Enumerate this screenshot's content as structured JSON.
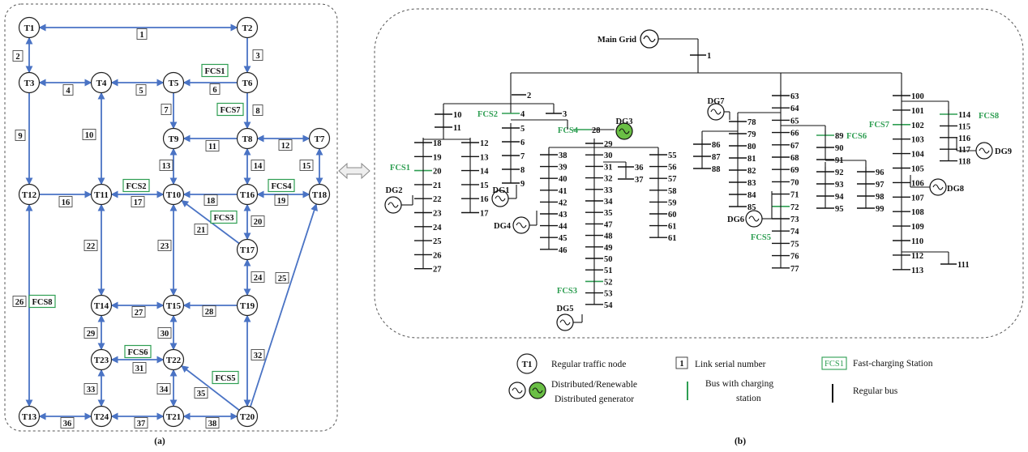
{
  "panel_a": {
    "caption": "(a)",
    "nodes": [
      "T1",
      "T2",
      "T3",
      "T4",
      "T5",
      "T6",
      "T7",
      "T8",
      "T9",
      "T10",
      "T11",
      "T12",
      "T13",
      "T14",
      "T15",
      "T16",
      "T17",
      "T18",
      "T19",
      "T20",
      "T21",
      "T22",
      "T23",
      "T24"
    ],
    "links": [
      "1",
      "2",
      "3",
      "4",
      "5",
      "6",
      "7",
      "8",
      "9",
      "10",
      "11",
      "12",
      "13",
      "14",
      "15",
      "16",
      "17",
      "18",
      "19",
      "20",
      "21",
      "22",
      "23",
      "24",
      "25",
      "26",
      "27",
      "28",
      "29",
      "30",
      "31",
      "32",
      "33",
      "34",
      "35",
      "36",
      "37",
      "38"
    ],
    "charging_stations": [
      "FCS1",
      "FCS2",
      "FCS3",
      "FCS4",
      "FCS5",
      "FCS6",
      "FCS7",
      "FCS8"
    ]
  },
  "panel_b": {
    "caption": "(b)",
    "main_grid_label": "Main Grid",
    "buses": [
      "1",
      "2",
      "3",
      "4",
      "5",
      "6",
      "7",
      "8",
      "9",
      "10",
      "11",
      "12",
      "13",
      "14",
      "15",
      "16",
      "17",
      "18",
      "19",
      "20",
      "21",
      "22",
      "23",
      "24",
      "25",
      "26",
      "27",
      "28",
      "29",
      "30",
      "31",
      "32",
      "33",
      "34",
      "35",
      "36",
      "37",
      "38",
      "39",
      "40",
      "41",
      "42",
      "43",
      "44",
      "45",
      "46",
      "47",
      "48",
      "49",
      "50",
      "51",
      "52",
      "53",
      "54",
      "55",
      "56",
      "57",
      "58",
      "59",
      "60",
      "61",
      "61",
      "63",
      "64",
      "65",
      "66",
      "67",
      "68",
      "69",
      "70",
      "71",
      "72",
      "73",
      "74",
      "75",
      "76",
      "77",
      "78",
      "79",
      "80",
      "81",
      "82",
      "83",
      "84",
      "85",
      "86",
      "87",
      "88",
      "89",
      "90",
      "91",
      "92",
      "93",
      "94",
      "95",
      "96",
      "97",
      "98",
      "99",
      "100",
      "101",
      "102",
      "103",
      "104",
      "105",
      "106",
      "107",
      "108",
      "109",
      "110",
      "111",
      "112",
      "113",
      "114",
      "115",
      "116",
      "117",
      "118"
    ],
    "charging_stations": [
      "FCS1",
      "FCS2",
      "FCS3",
      "FCS4",
      "FCS5",
      "FCS6",
      "FCS7",
      "FCS8"
    ],
    "generators": [
      "DG1",
      "DG2",
      "DG3",
      "DG4",
      "DG5",
      "DG6",
      "DG7",
      "DG8",
      "DG9"
    ]
  },
  "legend": {
    "node_symbol": "T1",
    "node_text": "Regular traffic node",
    "link_symbol": "1",
    "link_text": "Link serial number",
    "fcs_symbol": "FCS1",
    "fcs_text": "Fast-charging Station",
    "dg_text_1": "Distributed/Renewable",
    "dg_text_2": "Distributed generator",
    "bus_fcs_text_1": "Bus with charging",
    "bus_fcs_text_2": "station",
    "bus_text": "Regular bus"
  },
  "colors": {
    "link": "#4a73c4",
    "fcs": "#2e9e52",
    "renewable": "#6abf45",
    "node": "#111111"
  }
}
